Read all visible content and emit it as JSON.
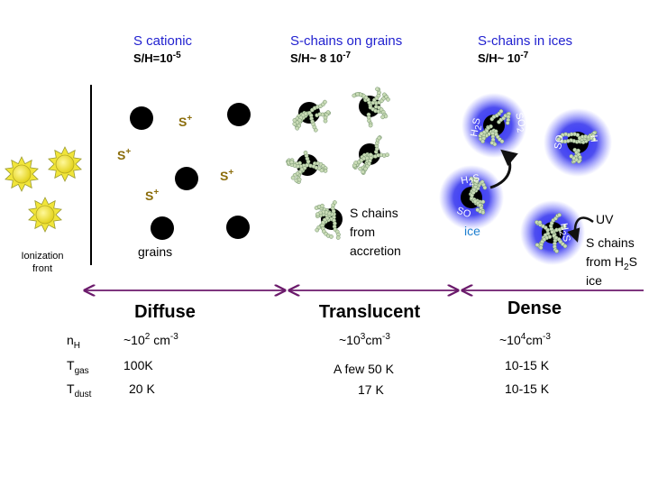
{
  "columns": [
    {
      "heading": "S cationic",
      "ratio_main": "S/H=10",
      "ratio_exp": "-5"
    },
    {
      "heading": "S-chains on grains",
      "ratio_main": "S/H~ 8 10",
      "ratio_exp": "-7"
    },
    {
      "heading": "S-chains in  ices",
      "ratio_main": "S/H~ 10",
      "ratio_exp": "-7"
    }
  ],
  "ion_label": "S",
  "ion_charge": "+",
  "labels": {
    "grains": "grains",
    "ionization_front_line1": "Ionization",
    "ionization_front_line2": "front",
    "accretion_1": "S chains",
    "accretion_2": "from",
    "accretion_3": "accretion",
    "uv": "UV",
    "h2s_1": "S chains",
    "h2s_2_pre": "from H",
    "h2s_2_sub": "2",
    "h2s_2_post": "S",
    "h2s_3": "ice",
    "ice": "ice"
  },
  "molecule_labels": {
    "h2s_main": "H",
    "h2s_sub": "2",
    "h2s_post": "S",
    "so": "SO",
    "so2_main": "SO",
    "so2_sub": "2",
    "h": "H"
  },
  "regions": [
    "Diffuse",
    "Translucent",
    "Dense"
  ],
  "rows": [
    {
      "sym": "n",
      "sub": "H",
      "values": [
        {
          "pre": "~10",
          "sup": "2",
          "post": " cm",
          "sup2": "-3"
        },
        {
          "pre": "~10",
          "sup": "3",
          "post": "cm",
          "sup2": "-3"
        },
        {
          "pre": "~10",
          "sup": "4",
          "post": "cm",
          "sup2": "-3"
        }
      ]
    },
    {
      "sym": "T",
      "sub": "gas",
      "values": [
        {
          "pre": "100K"
        },
        {
          "pre": "A few 50 K"
        },
        {
          "pre": "10-15 K"
        }
      ]
    },
    {
      "sym": "T",
      "sub": "dust",
      "values": [
        {
          "pre": "20 K"
        },
        {
          "pre": "17 K"
        },
        {
          "pre": "10-15 K"
        }
      ]
    }
  ],
  "colors": {
    "heading_blue": "#1f1fcf",
    "ion_gold": "#8b6d0b",
    "ice_label": "#1e7fd0",
    "arrow_purple": "#6b1a6b",
    "grain": "#000000",
    "bead": "#c8d9b8",
    "glow": "#3838f0"
  }
}
